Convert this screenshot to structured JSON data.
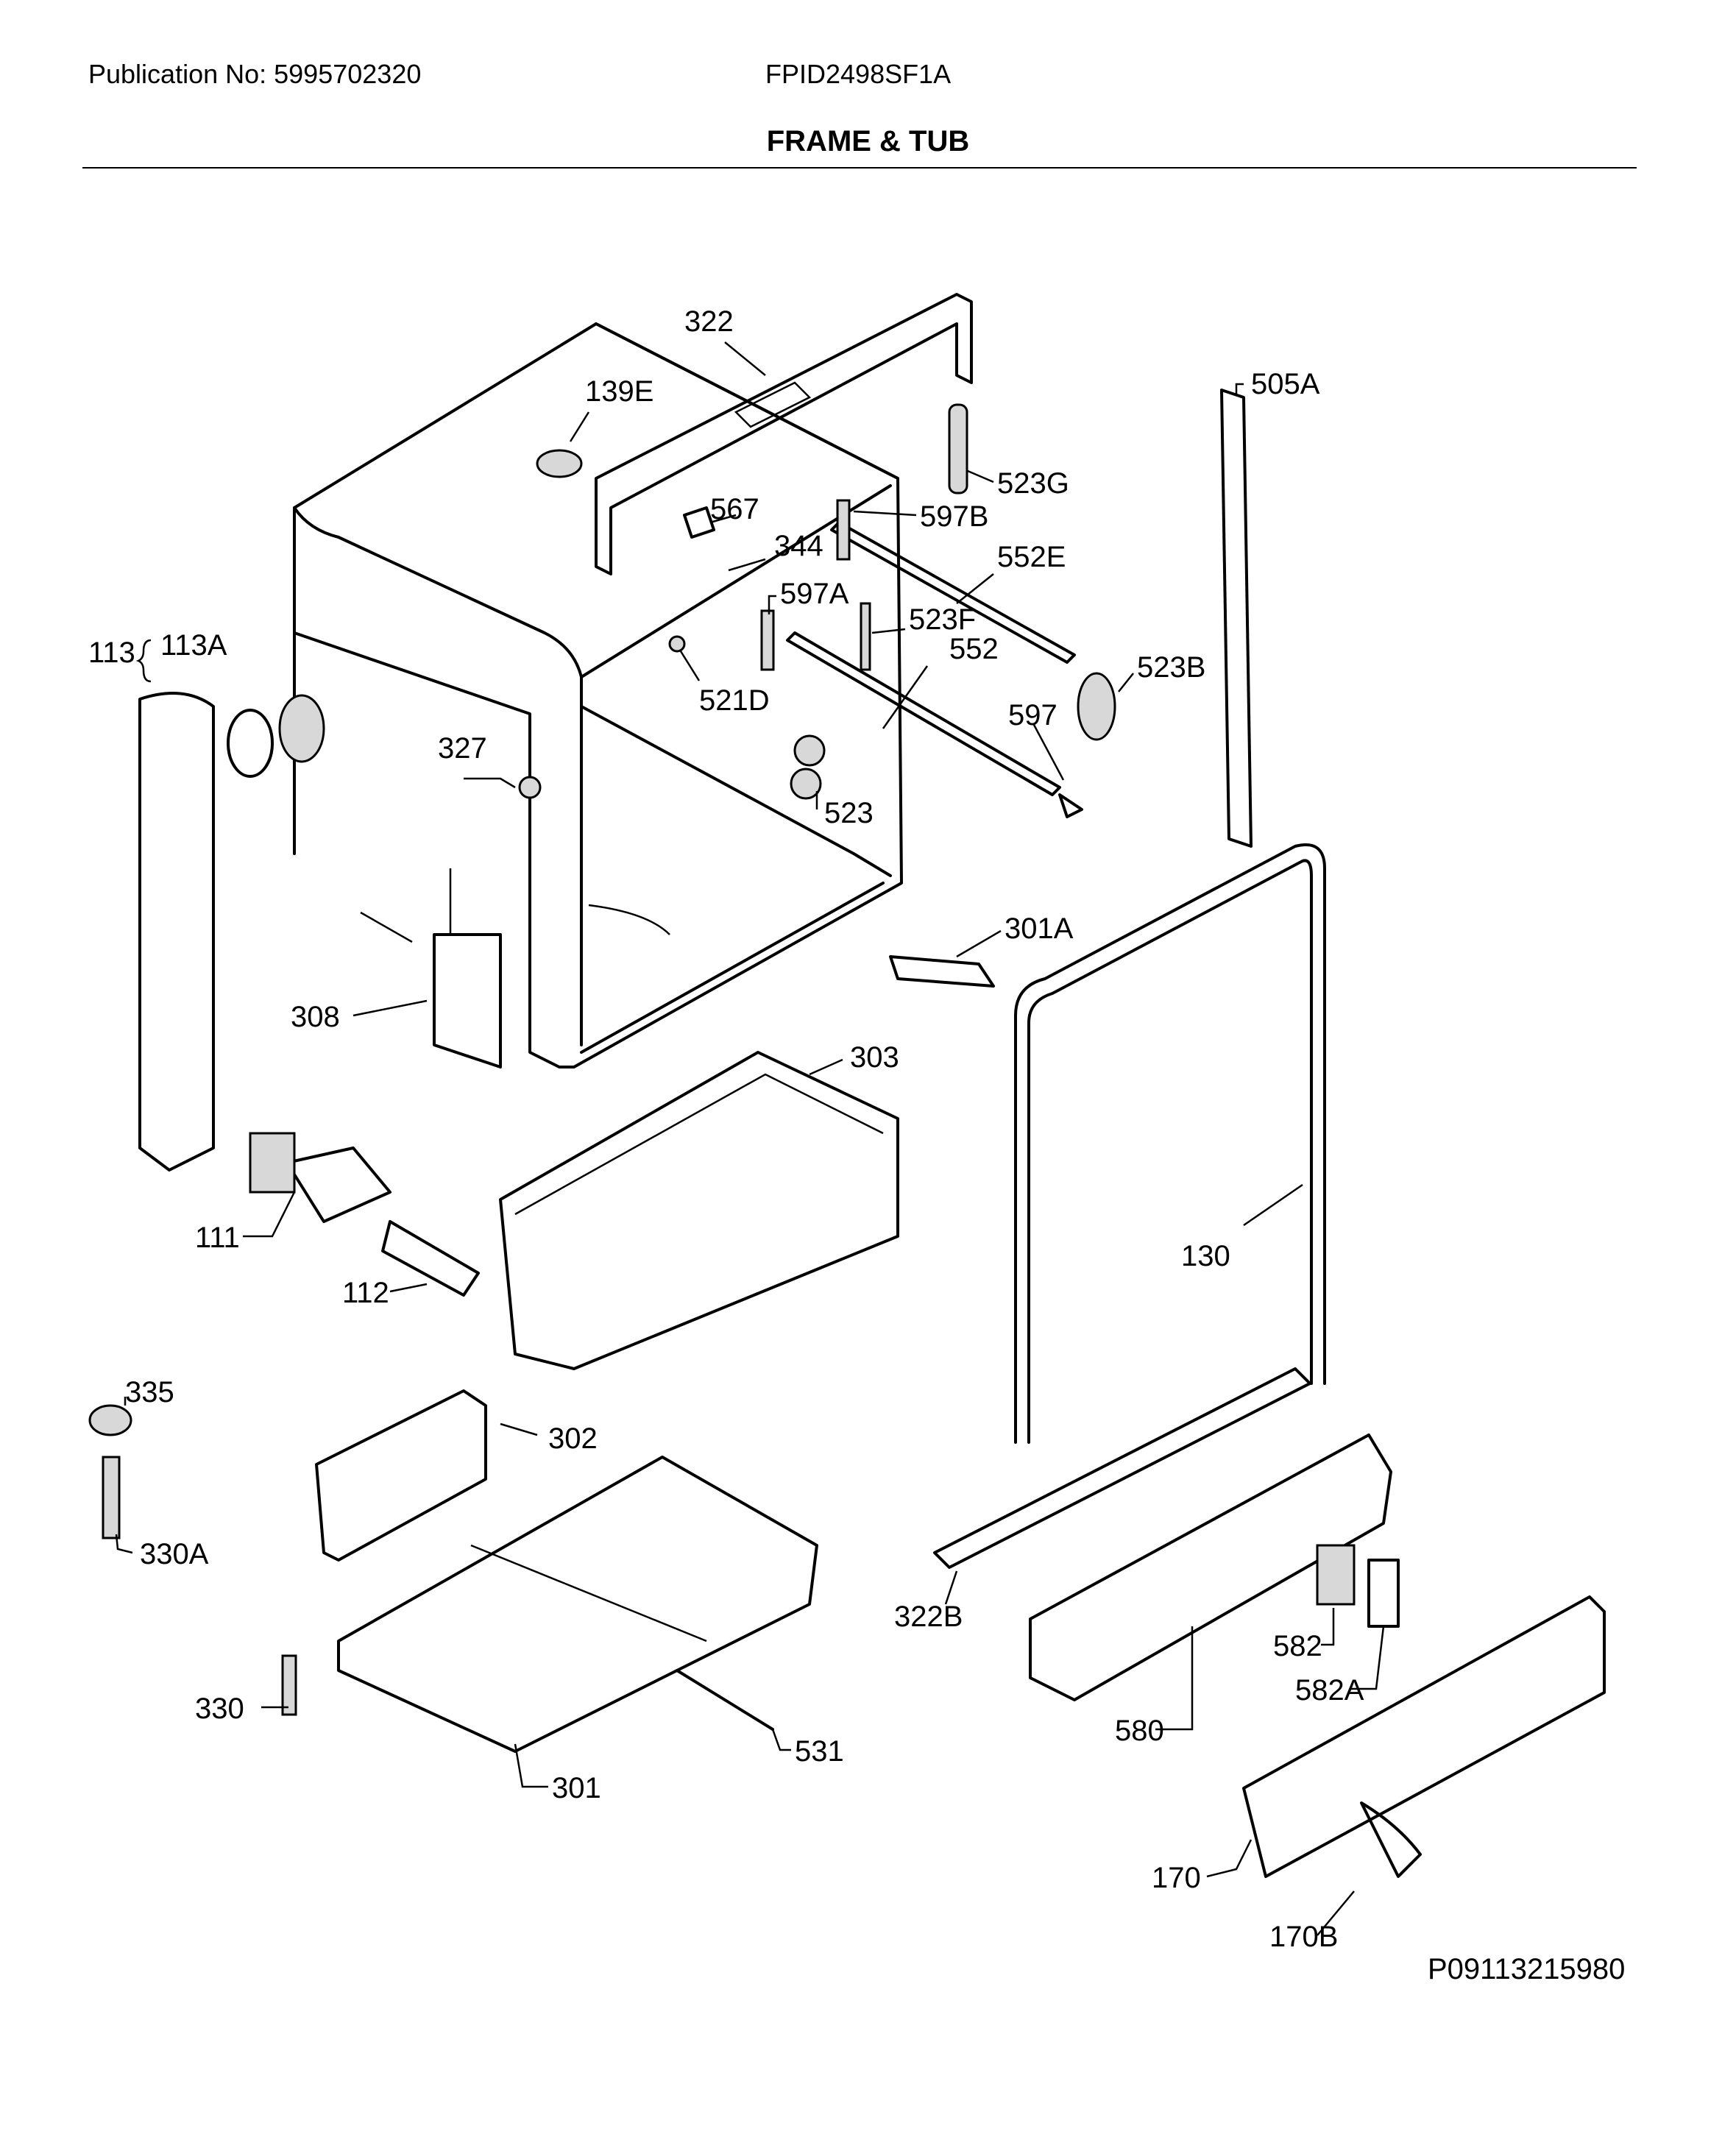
{
  "header": {
    "publication": "Publication No: 5995702320",
    "model": "FPID2498SF1A",
    "title": "FRAME & TUB"
  },
  "footer": {
    "doc_id": "P09113215980"
  },
  "callouts": [
    "322",
    "139E",
    "505A",
    "523G",
    "567",
    "597B",
    "344",
    "552E",
    "597A",
    "523F",
    "113",
    "113A",
    "552",
    "523B",
    "521D",
    "597",
    "327",
    "523",
    "301A",
    "308",
    "303",
    "111",
    "130",
    "112",
    "335",
    "302",
    "330A",
    "322B",
    "582",
    "582A",
    "330",
    "531",
    "580",
    "301",
    "170",
    "170B"
  ]
}
